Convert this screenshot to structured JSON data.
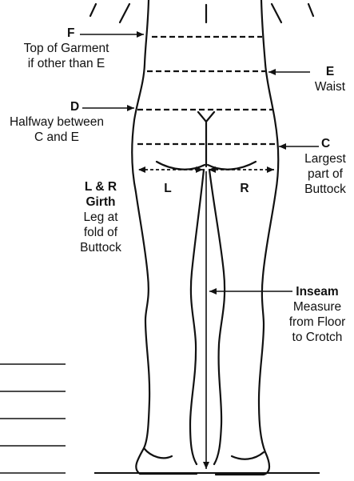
{
  "labels": {
    "F": {
      "letter": "F",
      "line1": "Top of Garment",
      "line2": "if other than E"
    },
    "E": {
      "letter": "E",
      "line1": "Waist"
    },
    "D": {
      "letter": "D",
      "line1": "Halfway between",
      "line2": "C and E"
    },
    "C": {
      "letter": "C",
      "line1": "Largest",
      "line2": "part of",
      "line3": "Buttock"
    },
    "girth": {
      "title1": "L & R",
      "title2": "Girth",
      "line1": "Leg at",
      "line2": "fold of",
      "line3": "Buttock"
    },
    "L": "L",
    "R": "R",
    "inseam": {
      "title": "Inseam",
      "line1": "Measure",
      "line2": "from Floor",
      "line3": "to Crotch"
    }
  },
  "colors": {
    "ink": "#111111",
    "background": "#ffffff"
  }
}
